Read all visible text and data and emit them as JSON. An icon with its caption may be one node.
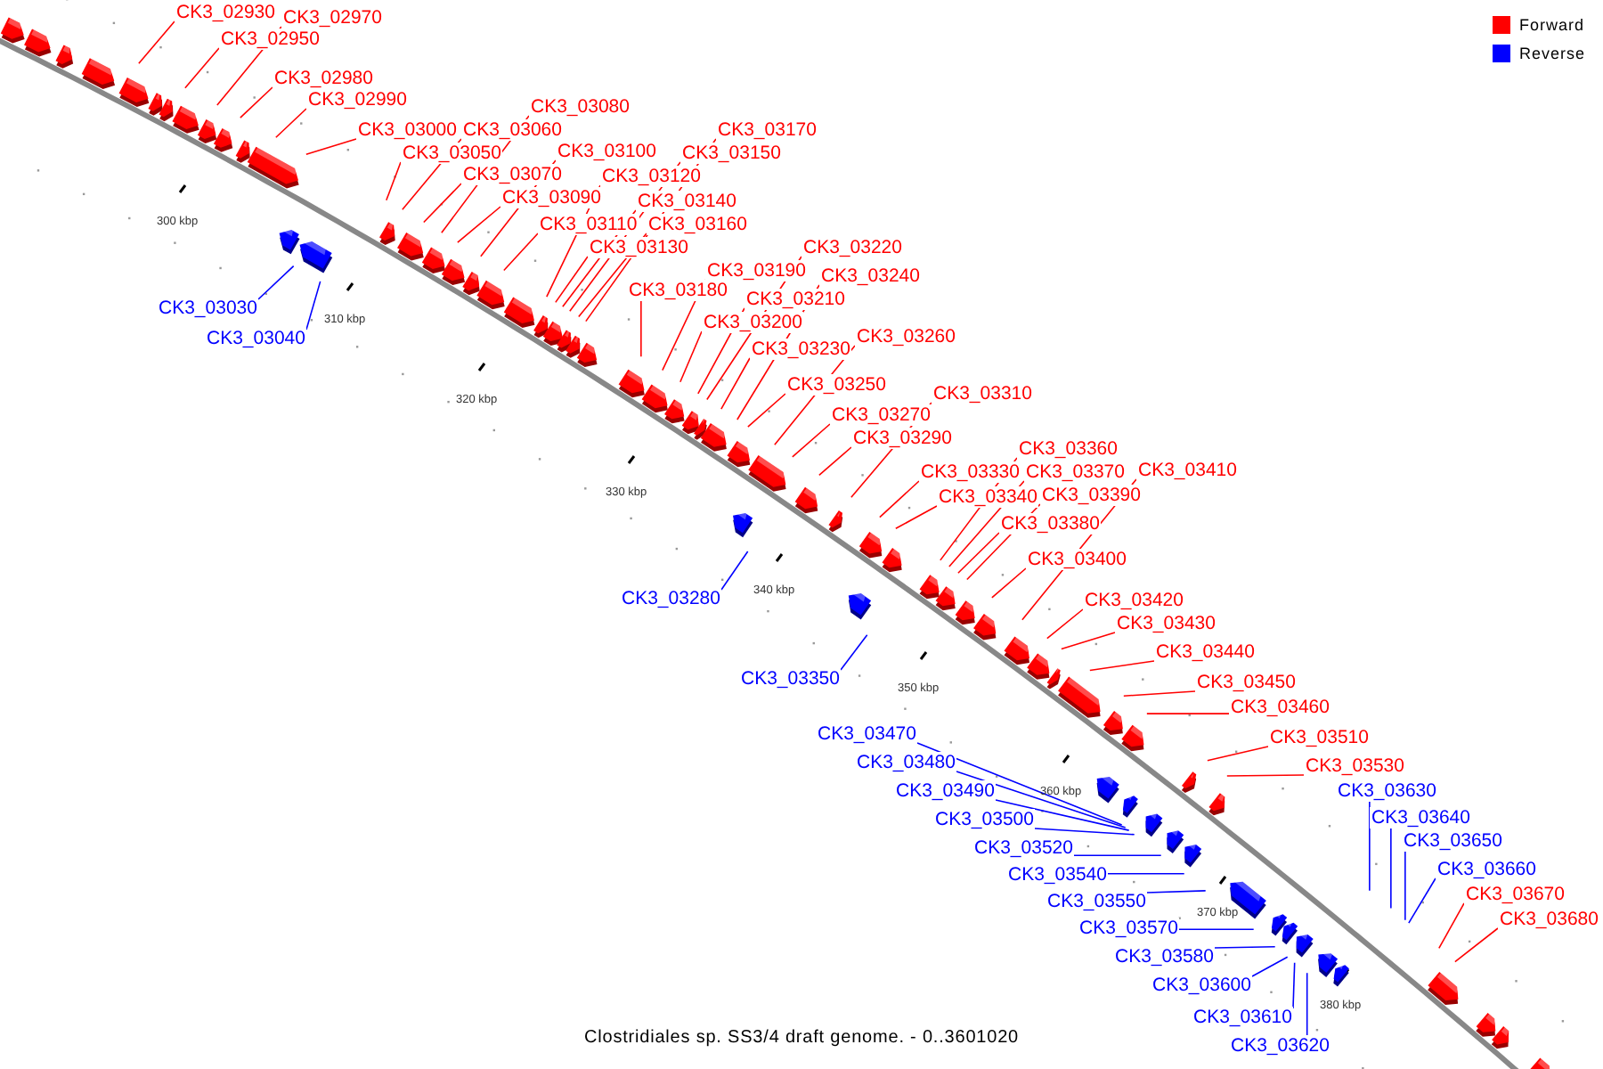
{
  "diagram": {
    "caption": "Clostridiales sp. SS3/4 draft genome. - 0..3601020",
    "nodes": [
      {
        "text": [
          "CK3_02930"
        ]
      },
      {
        "text": [
          "CK3_02950"
        ]
      },
      {
        "text": [
          "CK3_02970"
        ]
      },
      {
        "text": [
          "CK3_02980"
        ]
      },
      {
        "text": [
          "CK3_02990"
        ]
      },
      {
        "text": [
          "CK3_03000"
        ]
      },
      {
        "text": [
          "CK3_03030"
        ]
      },
      {
        "text": [
          "CK3_03040"
        ]
      },
      {
        "text": [
          "CK3_03050"
        ]
      },
      {
        "text": [
          "CK3_03060"
        ]
      },
      {
        "text": [
          "CK3_03070"
        ]
      },
      {
        "text": [
          "CK3_03080"
        ]
      },
      {
        "text": [
          "CK3_03090"
        ]
      },
      {
        "text": [
          "CK3_03100"
        ]
      },
      {
        "text": [
          "CK3_03110"
        ]
      },
      {
        "text": [
          "CK3_03120"
        ]
      },
      {
        "text": [
          "CK3_03130"
        ]
      },
      {
        "text": [
          "CK3_03140"
        ]
      },
      {
        "text": [
          "CK3_03150"
        ]
      },
      {
        "text": [
          "CK3_03160"
        ]
      },
      {
        "text": [
          "CK3_03170"
        ]
      },
      {
        "text": [
          "CK3_03180"
        ]
      },
      {
        "text": [
          "CK3_03190"
        ]
      },
      {
        "text": [
          "CK3_03200"
        ]
      },
      {
        "text": [
          "CK3_03210"
        ]
      },
      {
        "text": [
          "CK3_03220"
        ]
      },
      {
        "text": [
          "CK3_03230"
        ]
      },
      {
        "text": [
          "CK3_03240"
        ]
      },
      {
        "text": [
          "CK3_03250"
        ]
      },
      {
        "text": [
          "CK3_03260"
        ]
      },
      {
        "text": [
          "CK3_03270"
        ]
      },
      {
        "text": [
          "CK3_03280"
        ]
      },
      {
        "text": [
          "CK3_03290"
        ]
      },
      {
        "text": [
          "CK3_03310"
        ]
      },
      {
        "text": [
          "CK3_03330"
        ]
      },
      {
        "text": [
          "CK3_03340"
        ]
      },
      {
        "text": [
          "CK3_03350"
        ]
      },
      {
        "text": [
          "CK3_03360"
        ]
      },
      {
        "text": [
          "CK3_03370"
        ]
      },
      {
        "text": [
          "CK3_03380"
        ]
      },
      {
        "text": [
          "CK3_03390"
        ]
      },
      {
        "text": [
          "CK3_03400"
        ]
      },
      {
        "text": [
          "CK3_03410"
        ]
      },
      {
        "text": [
          "CK3_03420"
        ]
      },
      {
        "text": [
          "CK3_03430"
        ]
      },
      {
        "text": [
          "CK3_03440"
        ]
      },
      {
        "text": [
          "CK3_03450"
        ]
      },
      {
        "text": [
          "CK3_03460"
        ]
      },
      {
        "text": [
          "CK3_03470"
        ]
      },
      {
        "text": [
          "CK3_03480"
        ]
      },
      {
        "text": [
          "CK3_03490"
        ]
      },
      {
        "text": [
          "CK3_03500"
        ]
      },
      {
        "text": [
          "CK3_03510"
        ]
      },
      {
        "text": [
          "CK3_03520"
        ]
      },
      {
        "text": [
          "CK3_03530"
        ]
      },
      {
        "text": [
          "CK3_03540"
        ]
      },
      {
        "text": [
          "CK3_03550"
        ]
      },
      {
        "text": [
          "CK3_03570"
        ]
      },
      {
        "text": [
          "CK3_03580"
        ]
      },
      {
        "text": [
          "CK3_03600"
        ]
      },
      {
        "text": [
          "CK3_03610"
        ]
      },
      {
        "text": [
          "CK3_03620"
        ]
      },
      {
        "text": [
          "CK3_03630"
        ]
      },
      {
        "text": [
          "CK3_03640"
        ]
      },
      {
        "text": [
          "CK3_03650"
        ]
      },
      {
        "text": [
          "CK3_03660"
        ]
      },
      {
        "text": [
          "CK3_03670"
        ]
      },
      {
        "text": [
          "CK3_03680"
        ]
      }
    ],
    "edges": [
      {
        "from": 0,
        "to": null,
        "arrow": "none"
      },
      {
        "from": 1,
        "to": null,
        "arrow": "none"
      },
      {
        "from": 2,
        "to": null,
        "arrow": "none"
      },
      {
        "from": 3,
        "to": null,
        "arrow": "none"
      },
      {
        "from": 4,
        "to": null,
        "arrow": "none"
      },
      {
        "from": 5,
        "to": null,
        "arrow": "none"
      },
      {
        "from": 6,
        "to": null,
        "arrow": "none",
        "color": "#0000ff"
      },
      {
        "from": 7,
        "to": null,
        "arrow": "none",
        "color": "#0000ff"
      },
      {
        "from": 8,
        "to": null,
        "arrow": "none"
      },
      {
        "from": 9,
        "to": null,
        "arrow": "none"
      },
      {
        "from": 10,
        "to": null,
        "arrow": "none"
      },
      {
        "from": 11,
        "to": null,
        "arrow": "none"
      },
      {
        "from": 12,
        "to": null,
        "arrow": "none"
      },
      {
        "from": 13,
        "to": null,
        "arrow": "none"
      },
      {
        "from": 14,
        "to": null,
        "arrow": "none"
      },
      {
        "from": 15,
        "to": null,
        "arrow": "none"
      },
      {
        "from": 16,
        "to": null,
        "arrow": "none"
      },
      {
        "from": 17,
        "to": null,
        "arrow": "none"
      },
      {
        "from": 18,
        "to": null,
        "arrow": "none"
      },
      {
        "from": 19,
        "to": null,
        "arrow": "none"
      },
      {
        "from": 20,
        "to": null,
        "arrow": "none"
      },
      {
        "from": 21,
        "to": null,
        "arrow": "none"
      },
      {
        "from": 22,
        "to": null,
        "arrow": "none"
      },
      {
        "from": 23,
        "to": null,
        "arrow": "none"
      },
      {
        "from": 24,
        "to": null,
        "arrow": "none"
      },
      {
        "from": 25,
        "to": null,
        "arrow": "none"
      },
      {
        "from": 26,
        "to": null,
        "arrow": "none"
      },
      {
        "from": 27,
        "to": null,
        "arrow": "none"
      },
      {
        "from": 28,
        "to": null,
        "arrow": "none"
      },
      {
        "from": 29,
        "to": null,
        "arrow": "none"
      },
      {
        "from": 30,
        "to": null,
        "arrow": "none"
      },
      {
        "from": 31,
        "to": null,
        "arrow": "none",
        "color": "#0000ff"
      },
      {
        "from": 32,
        "to": null,
        "arrow": "none"
      },
      {
        "from": 33,
        "to": null,
        "arrow": "none"
      },
      {
        "from": 34,
        "to": null,
        "arrow": "none"
      },
      {
        "from": 35,
        "to": null,
        "arrow": "none"
      },
      {
        "from": 36,
        "to": null,
        "arrow": "none",
        "color": "#0000ff"
      },
      {
        "from": 37,
        "to": null,
        "arrow": "none"
      },
      {
        "from": 38,
        "to": null,
        "arrow": "none"
      },
      {
        "from": 39,
        "to": null,
        "arrow": "none"
      },
      {
        "from": 40,
        "to": null,
        "arrow": "none"
      },
      {
        "from": 41,
        "to": null,
        "arrow": "none"
      },
      {
        "from": 42,
        "to": null,
        "arrow": "none"
      },
      {
        "from": 43,
        "to": null,
        "arrow": "none"
      },
      {
        "from": 44,
        "to": null,
        "arrow": "none"
      },
      {
        "from": 45,
        "to": null,
        "arrow": "none"
      },
      {
        "from": 46,
        "to": null,
        "arrow": "none"
      },
      {
        "from": 47,
        "to": null,
        "arrow": "none"
      },
      {
        "from": 48,
        "to": null,
        "arrow": "none",
        "color": "#0000ff"
      },
      {
        "from": 49,
        "to": null,
        "arrow": "none",
        "color": "#0000ff"
      },
      {
        "from": 50,
        "to": null,
        "arrow": "none",
        "color": "#0000ff"
      },
      {
        "from": 51,
        "to": null,
        "arrow": "none",
        "color": "#0000ff"
      },
      {
        "from": 52,
        "to": null,
        "arrow": "none"
      },
      {
        "from": 53,
        "to": null,
        "arrow": "none",
        "color": "#0000ff"
      },
      {
        "from": 54,
        "to": null,
        "arrow": "none"
      },
      {
        "from": 55,
        "to": null,
        "arrow": "none",
        "color": "#0000ff"
      },
      {
        "from": 56,
        "to": null,
        "arrow": "none",
        "color": "#0000ff"
      },
      {
        "from": 57,
        "to": null,
        "arrow": "none",
        "color": "#0000ff"
      },
      {
        "from": 58,
        "to": null,
        "arrow": "none",
        "color": "#0000ff"
      },
      {
        "from": 59,
        "to": null,
        "arrow": "none",
        "color": "#0000ff"
      },
      {
        "from": 60,
        "to": null,
        "arrow": "none",
        "color": "#0000ff"
      },
      {
        "from": 61,
        "to": null,
        "arrow": "none",
        "color": "#0000ff"
      },
      {
        "from": 62,
        "to": null,
        "arrow": "none",
        "color": "#0000ff"
      },
      {
        "from": 63,
        "to": null,
        "arrow": "none",
        "color": "#0000ff"
      },
      {
        "from": 64,
        "to": null,
        "arrow": "none",
        "color": "#0000ff"
      },
      {
        "from": 65,
        "to": null,
        "arrow": "none",
        "color": "#0000ff"
      },
      {
        "from": 66,
        "to": null,
        "arrow": "none"
      },
      {
        "from": 67,
        "to": null,
        "arrow": "none"
      }
    ],
    "labels": [
      "300 kbp",
      "310 kbp",
      "320 kbp",
      "330 kbp",
      "340 kbp",
      "350 kbp",
      "360 kbp",
      "370 kbp",
      "380 kbp"
    ],
    "legend": [
      {
        "text": "Forward",
        "color": "#ff0000"
      },
      {
        "text": "Reverse",
        "color": "#0000ff"
      }
    ]
  }
}
